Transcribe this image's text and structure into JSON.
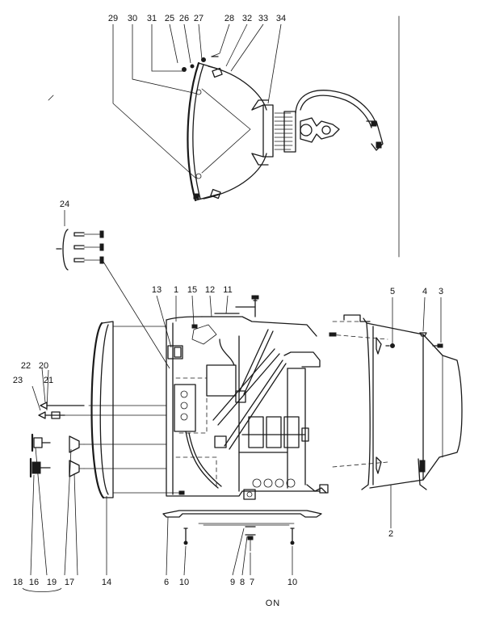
{
  "labels_top": [
    "29",
    "30",
    "31",
    "25",
    "26",
    "27",
    "28",
    "32",
    "33",
    "34"
  ],
  "labels_mid": [
    "24",
    "13",
    "1",
    "15",
    "12",
    "11",
    "5",
    "4",
    "3",
    "22",
    "20",
    "21",
    "23"
  ],
  "labels_bottom": [
    "18",
    "16",
    "19",
    "17",
    "14",
    "6",
    "10",
    "9",
    "8",
    "7",
    "10",
    "2"
  ],
  "footer_code": "ON"
}
